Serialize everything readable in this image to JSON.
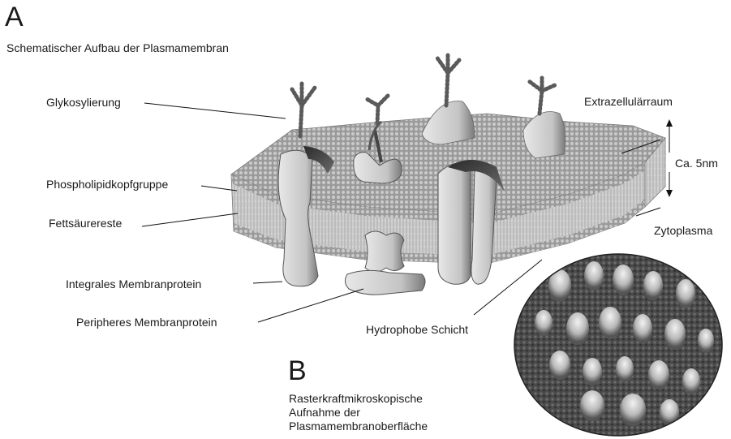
{
  "panel_a": {
    "letter": "A",
    "caption": "Schematischer Aufbau der Plasmamembran",
    "labels": {
      "glycosylation": "Glykosylierung",
      "headgroup": "Phospholipidkopfgruppe",
      "fatty_acids": "Fettsäurereste",
      "integral_protein": "Integrales Membranprotein",
      "peripheral_protein": "Peripheres Membranprotein",
      "hydrophobic_layer": "Hydrophobe Schicht",
      "extracellular": "Extrazellulärraum",
      "thickness": "Ca. 5nm",
      "cytoplasm": "Zytoplasma"
    }
  },
  "panel_b": {
    "letter": "B",
    "caption_lines": [
      "Rasterkraftmikroskopische",
      "Aufnahme der",
      "Plasmamembranoberfläche"
    ]
  }
}
